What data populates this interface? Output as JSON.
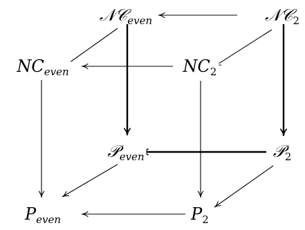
{
  "nodes": {
    "nc_cal_even": {
      "base": "𝒩𝒞",
      "sub": "even"
    },
    "nc_cal_2": {
      "base": "𝒩𝒞",
      "sub": "2"
    },
    "nc_even": {
      "base": "NC",
      "sub": "even"
    },
    "nc_2": {
      "base": "NC",
      "sub": "2"
    },
    "p_cal_even": {
      "base": "𝒫",
      "sub": "even"
    },
    "p_cal_2": {
      "base": "𝒫",
      "sub": "2"
    },
    "p_even": {
      "base": "P",
      "sub": "even"
    },
    "p_2": {
      "base": "P",
      "sub": "2"
    }
  },
  "arrows": [
    {
      "from": "nc_cal_2",
      "to": "nc_cal_even",
      "style": "thin"
    },
    {
      "from": "nc_cal_even",
      "to": "nc_even",
      "style": "thin"
    },
    {
      "from": "nc_cal_2",
      "to": "nc_2",
      "style": "thin"
    },
    {
      "from": "nc_2",
      "to": "nc_even",
      "style": "thin"
    },
    {
      "from": "nc_cal_even",
      "to": "p_cal_even",
      "style": "thick"
    },
    {
      "from": "nc_cal_2",
      "to": "p_cal_2",
      "style": "thick"
    },
    {
      "from": "nc_even",
      "to": "p_even",
      "style": "thin"
    },
    {
      "from": "nc_2",
      "to": "p_2",
      "style": "thin"
    },
    {
      "from": "p_cal_2",
      "to": "p_cal_even",
      "style": "thick"
    },
    {
      "from": "p_cal_even",
      "to": "p_even",
      "style": "thin"
    },
    {
      "from": "p_cal_2",
      "to": "p_2",
      "style": "thin"
    },
    {
      "from": "p_2",
      "to": "p_even",
      "style": "thin"
    }
  ]
}
